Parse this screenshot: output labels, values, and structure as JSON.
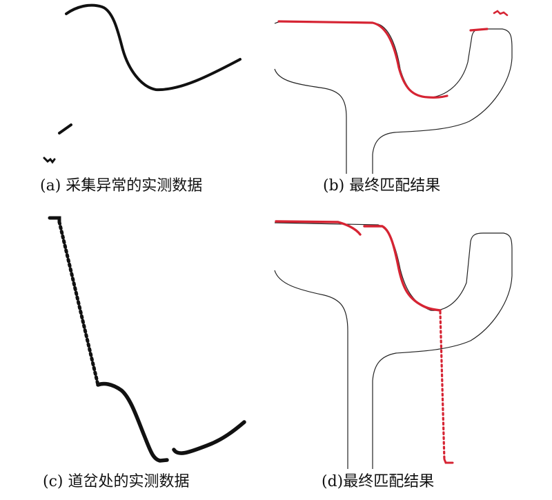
{
  "captions": {
    "a": "(a) 采集异常的实测数据",
    "b": "(b) 最终匹配结果",
    "c": "(c) 道岔处的实测数据",
    "d": "(d)最终匹配结果"
  },
  "colors": {
    "measured": "#111111",
    "matched": "#d62433",
    "road": "#222222"
  }
}
